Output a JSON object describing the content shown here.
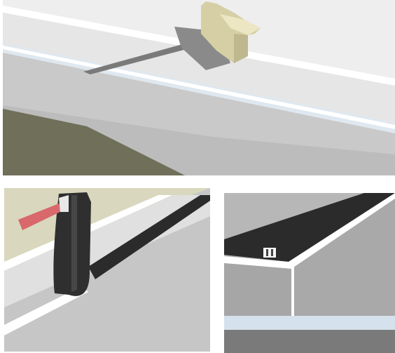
{
  "figure": {
    "panels": [
      {
        "id": "top",
        "subject": "roof-edge-with-crimping-tool"
      },
      {
        "id": "bottom-left",
        "subject": "strip-folded-over-edge"
      },
      {
        "id": "bottom-right",
        "subject": "strip-laid-at-corner"
      }
    ]
  },
  "colors": {
    "roof_light": "#e9e9e9",
    "wall_face": "#c3c3c3",
    "edge_white": "#ffffff",
    "edge_blue": "#dbe6ef",
    "strip_black": "#2a2a2a",
    "tool_beige": "#d9d2a9",
    "tool_red": "#d9696b",
    "ground_olive": "#6f6f5a",
    "ground_beige": "#d7d5bb"
  }
}
